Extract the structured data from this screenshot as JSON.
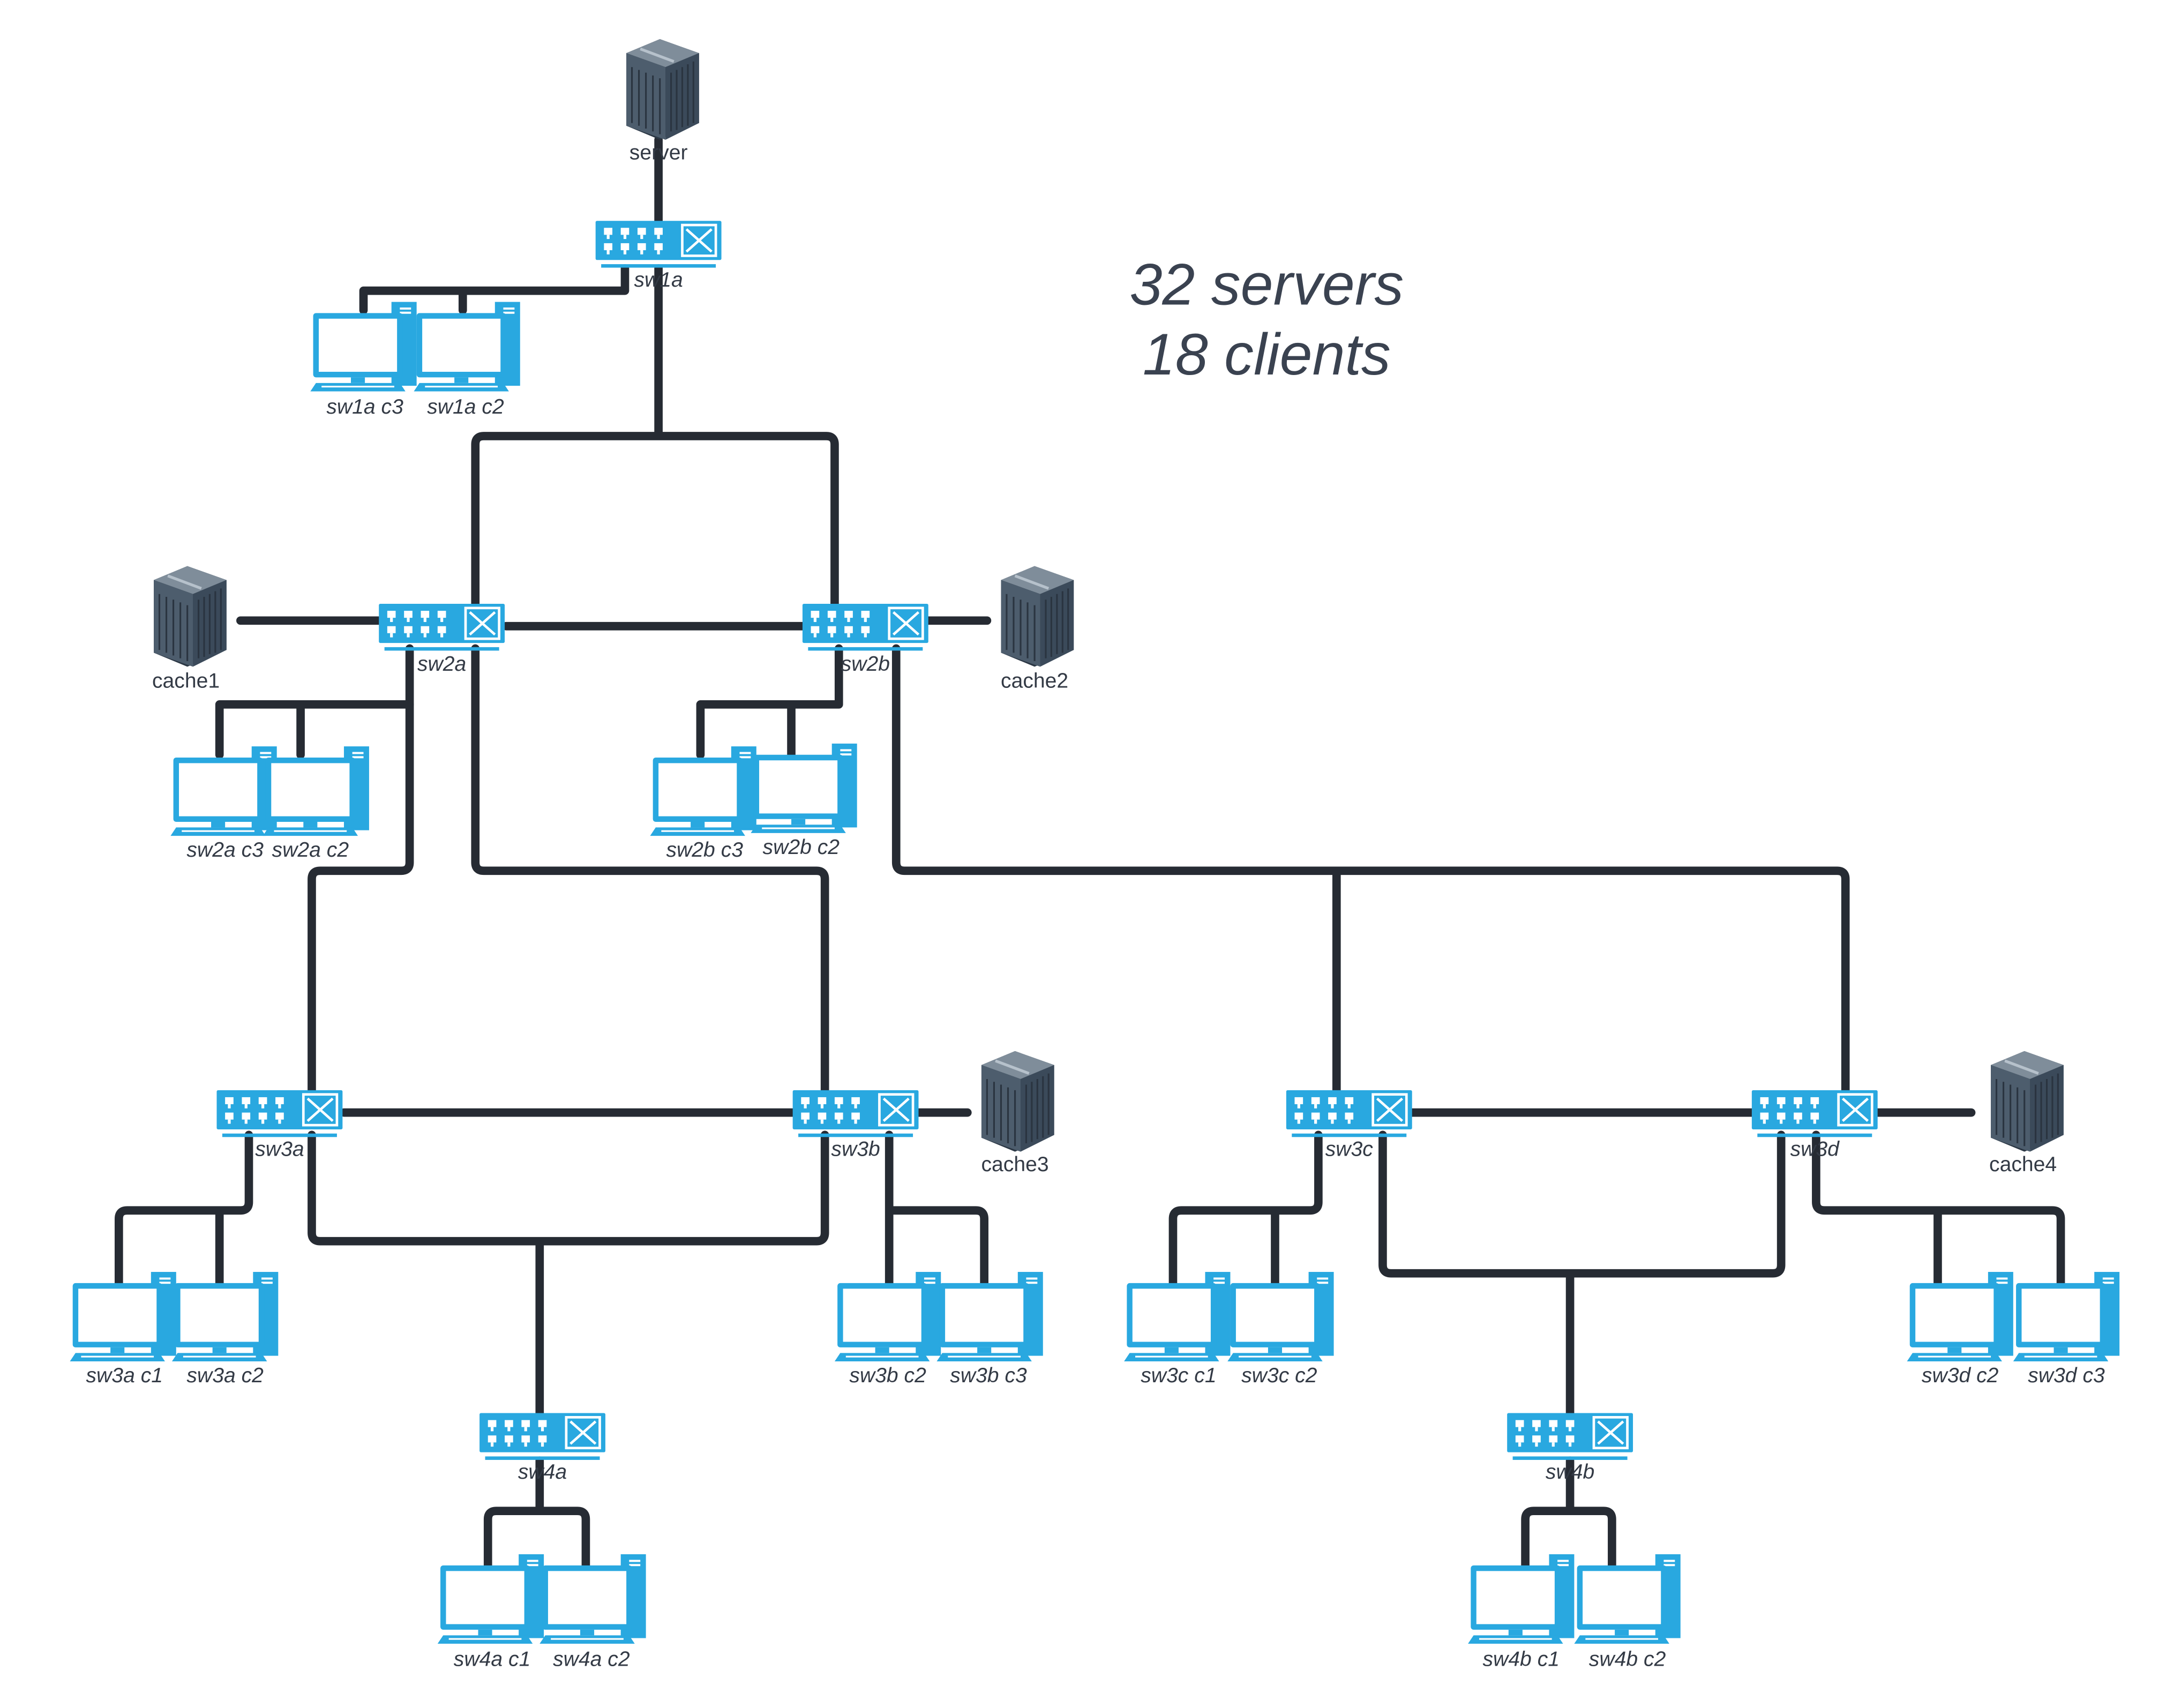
{
  "note": {
    "line1": "32 servers",
    "line2": "18 clients"
  },
  "colors": {
    "device_blue": "#29a8e0",
    "wire": "#262b33",
    "server_dark": "#3b4a5a",
    "label": "#333a45"
  },
  "icons": {
    "switch": "network-switch-icon",
    "server": "server-tower-icon",
    "client": "desktop-computer-icon"
  },
  "servers": [
    {
      "id": "server",
      "label": "server"
    },
    {
      "id": "cache1",
      "label": "cache1"
    },
    {
      "id": "cache2",
      "label": "cache2"
    },
    {
      "id": "cache3",
      "label": "cache3"
    },
    {
      "id": "cache4",
      "label": "cache4"
    }
  ],
  "switches": [
    {
      "id": "sw1a",
      "label": "sw1a"
    },
    {
      "id": "sw2a",
      "label": "sw2a"
    },
    {
      "id": "sw2b",
      "label": "sw2b"
    },
    {
      "id": "sw3a",
      "label": "sw3a"
    },
    {
      "id": "sw3b",
      "label": "sw3b"
    },
    {
      "id": "sw3c",
      "label": "sw3c"
    },
    {
      "id": "sw3d",
      "label": "sw3d"
    },
    {
      "id": "sw4a",
      "label": "sw4a"
    },
    {
      "id": "sw4b",
      "label": "sw4b"
    }
  ],
  "clients": [
    {
      "id": "sw1a_c3",
      "label": "sw1a c3"
    },
    {
      "id": "sw1a_c2",
      "label": "sw1a c2"
    },
    {
      "id": "sw2a_c3",
      "label": "sw2a c3"
    },
    {
      "id": "sw2a_c2",
      "label": "sw2a c2"
    },
    {
      "id": "sw2b_c3",
      "label": "sw2b c3"
    },
    {
      "id": "sw2b_c2",
      "label": "sw2b c2"
    },
    {
      "id": "sw3a_c1",
      "label": "sw3a c1"
    },
    {
      "id": "sw3a_c2",
      "label": "sw3a c2"
    },
    {
      "id": "sw3b_c2",
      "label": "sw3b c2"
    },
    {
      "id": "sw3b_c3",
      "label": "sw3b c3"
    },
    {
      "id": "sw3c_c1",
      "label": "sw3c c1"
    },
    {
      "id": "sw3c_c2",
      "label": "sw3c c2"
    },
    {
      "id": "sw3d_c2",
      "label": "sw3d c2"
    },
    {
      "id": "sw3d_c3",
      "label": "sw3d c3"
    },
    {
      "id": "sw4a_c1",
      "label": "sw4a c1"
    },
    {
      "id": "sw4a_c2",
      "label": "sw4a c2"
    },
    {
      "id": "sw4b_c1",
      "label": "sw4b c1"
    },
    {
      "id": "sw4b_c2",
      "label": "sw4b c2"
    }
  ]
}
